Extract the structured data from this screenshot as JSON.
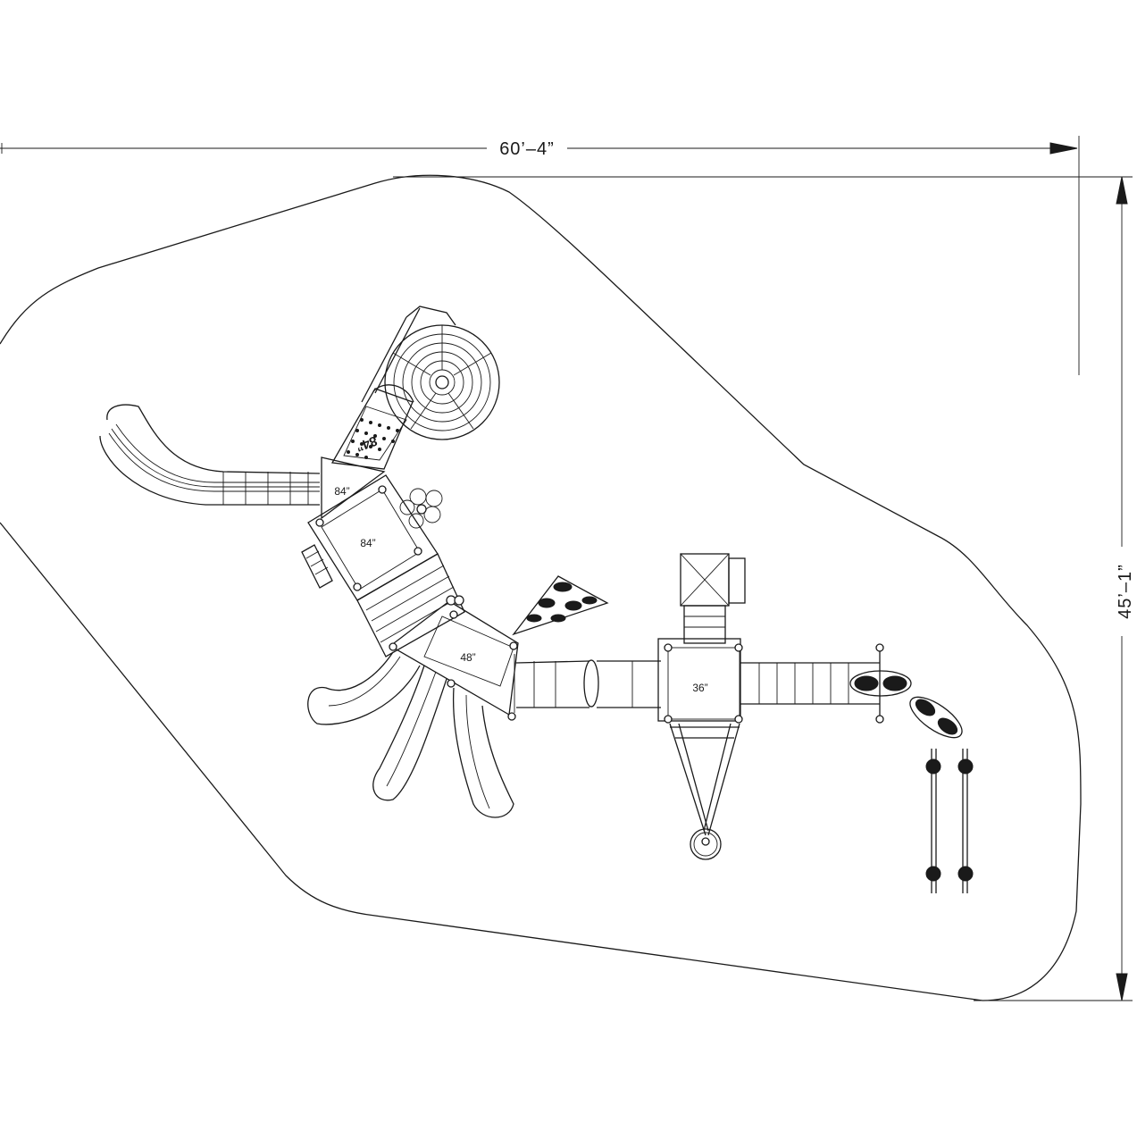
{
  "dimensions": {
    "width_label": "60’–4”",
    "depth_label": "45’–1”"
  },
  "decks": {
    "upper_slide_deck": "84”",
    "main_deck": "84”",
    "rotated_deck_label": "84”",
    "middle_deck": "48”",
    "right_deck": "36”"
  },
  "colors": {
    "line": "#1a1a1a",
    "background": "#ffffff"
  }
}
